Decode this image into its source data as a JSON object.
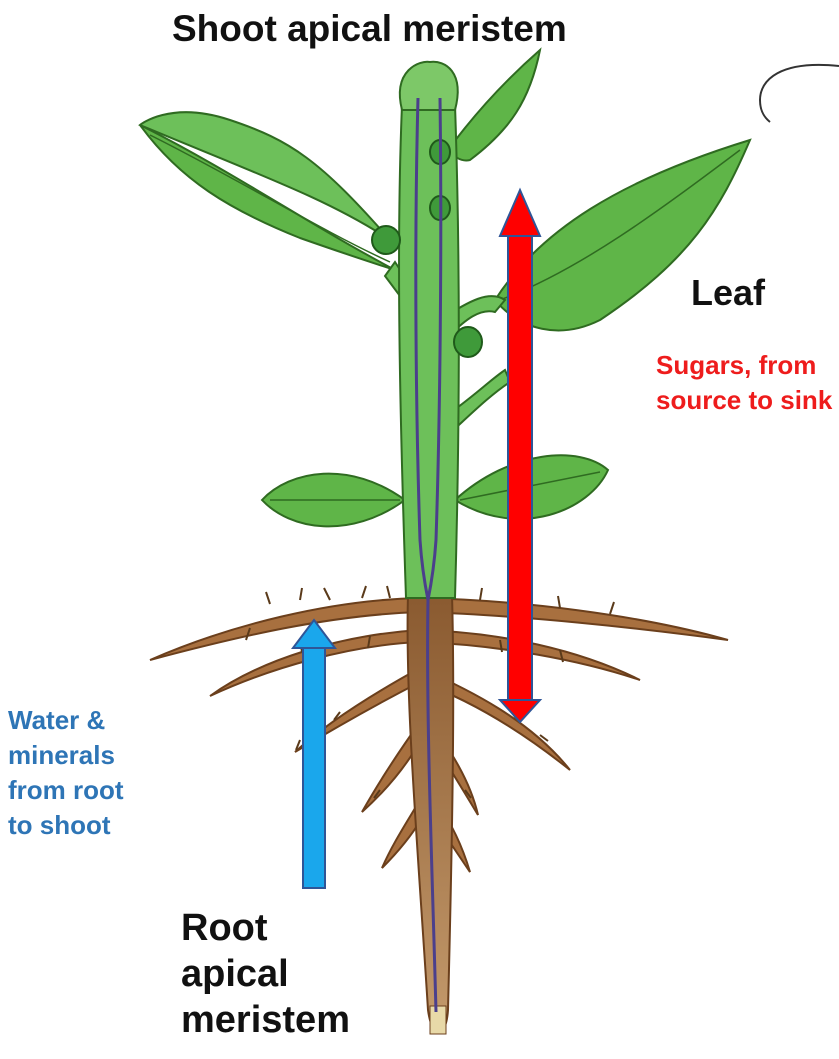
{
  "title": "Shoot apical meristem",
  "leaf_label": "Leaf",
  "sugar_label": [
    "Sugars, from",
    "source to sink"
  ],
  "water_label": [
    "Water &",
    "minerals",
    "from root",
    "to shoot"
  ],
  "root_label": [
    "Root",
    "apical",
    "meristem"
  ],
  "colors": {
    "sugar_arrow": "#ff0000",
    "water_arrow": "#1aa7ec",
    "arrow_outline": "#2f5597",
    "leaf_green": "#5fb548",
    "stem_green": "#6dc05a",
    "root_brown": "#9a6233",
    "vascular": "#4b3f8c"
  }
}
